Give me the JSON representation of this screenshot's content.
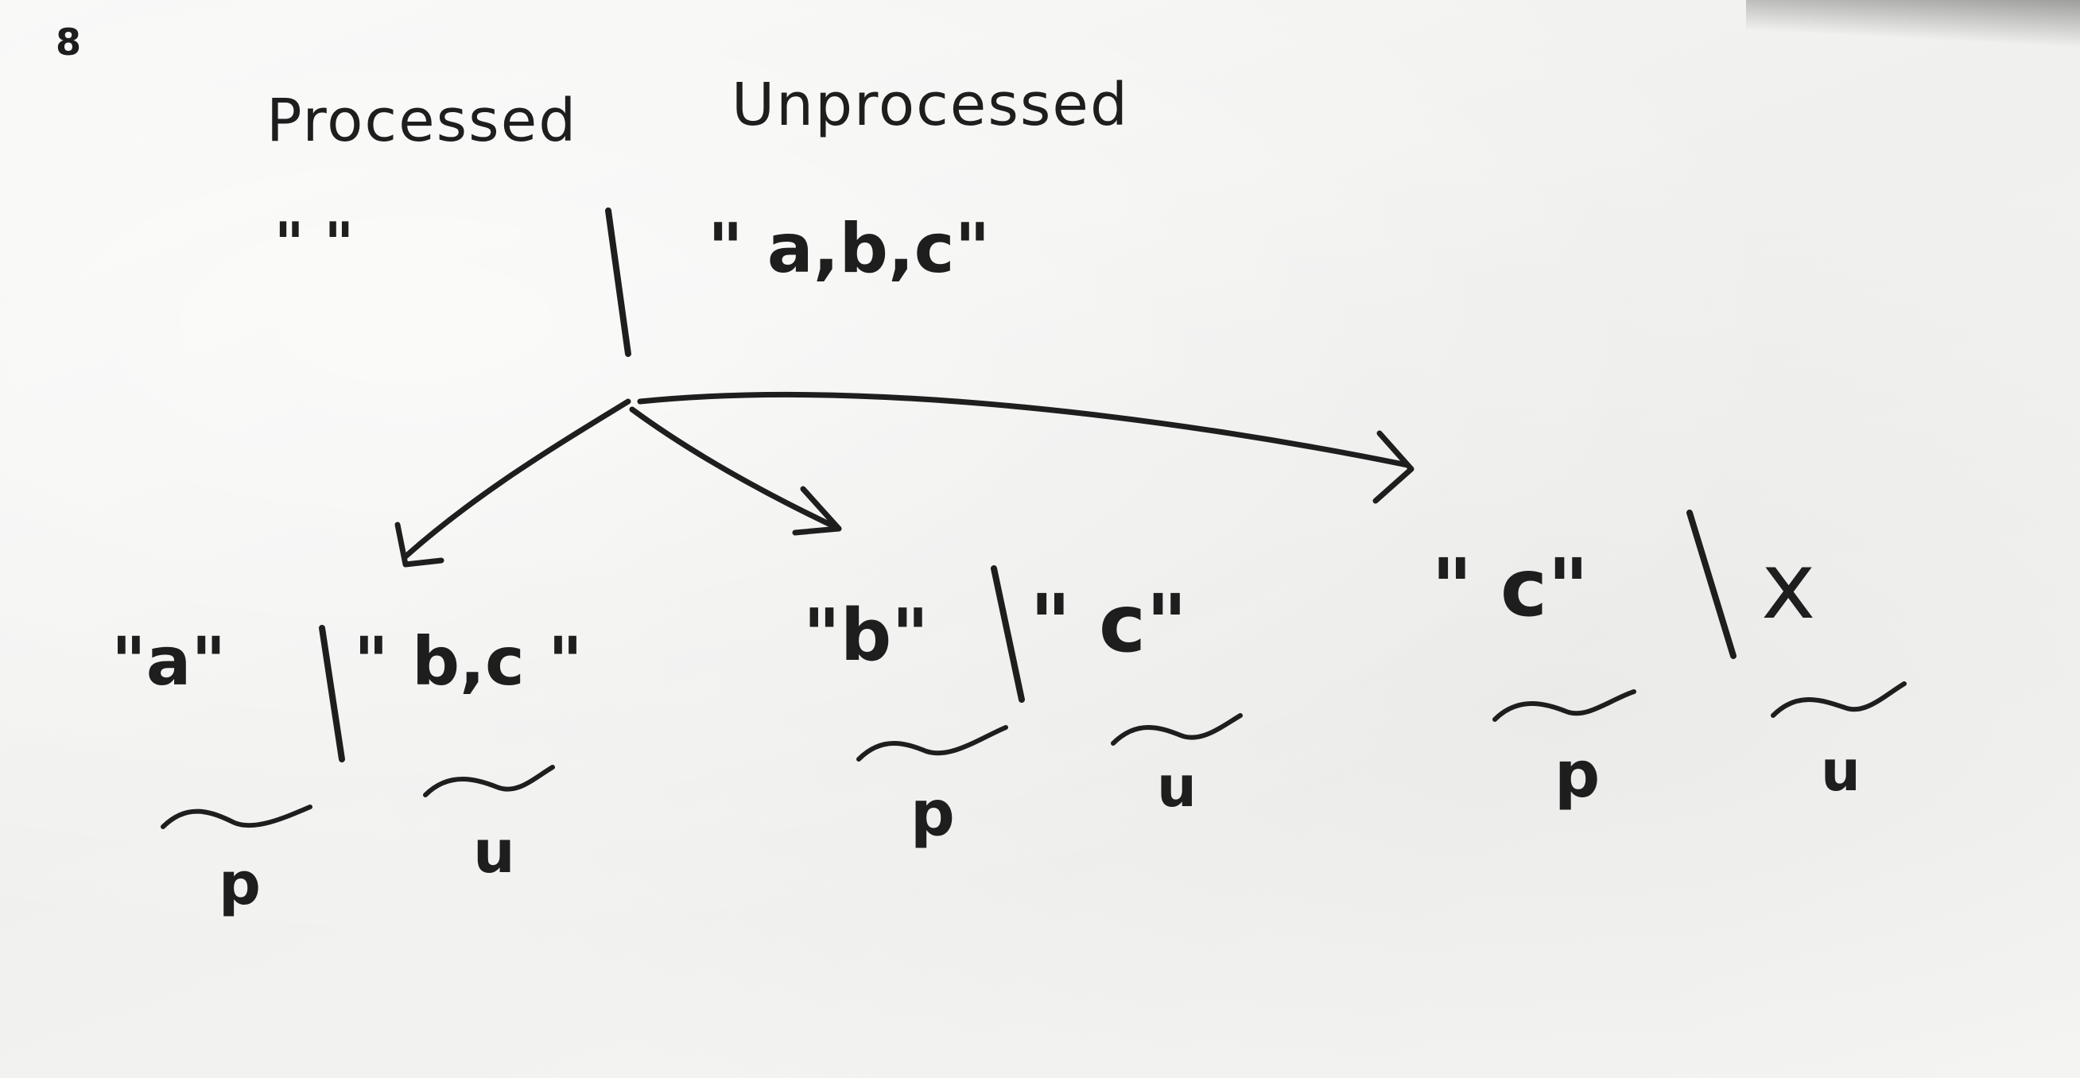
{
  "page_marker": "8",
  "headers": {
    "processed": "Processed",
    "unprocessed": "Unprocessed"
  },
  "root": {
    "processed": "\" \"",
    "unprocessed": "\" a,b,c\""
  },
  "children": [
    {
      "processed": "\"a\"",
      "unprocessed": "\" b,c \"",
      "processed_tag": "p",
      "unprocessed_tag": "u"
    },
    {
      "processed": "\"b\"",
      "unprocessed": "\" c\"",
      "processed_tag": "p",
      "unprocessed_tag": "u"
    },
    {
      "processed": "\" c\"",
      "unprocessed": "x",
      "processed_tag": "p",
      "unprocessed_tag": "u"
    }
  ]
}
